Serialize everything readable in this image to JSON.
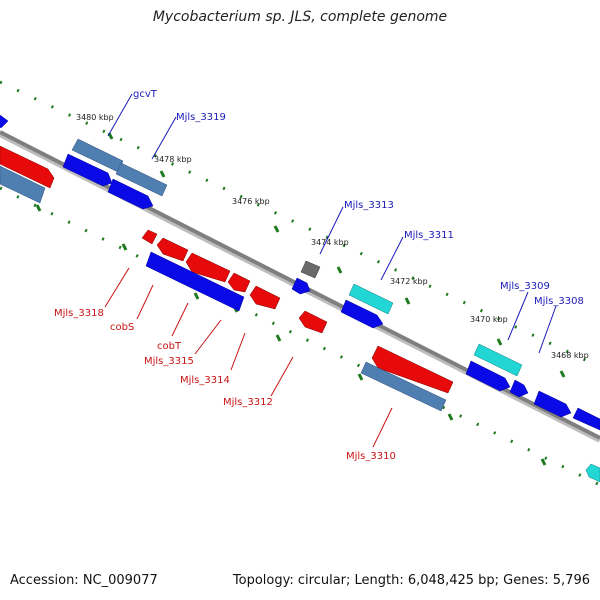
{
  "title": "Mycobacterium sp. JLS, complete genome",
  "footer": {
    "accession": "Accession: NC_009077",
    "summary": "Topology: circular; Length: 6,048,425 bp; Genes: 5,796"
  },
  "colors": {
    "background": "#ffffff",
    "backbone": "#7f7f7f",
    "tick": "#1f7a1f",
    "forward_gene": "#0a0ae6",
    "forward_gene_alt": "#4f7fb0",
    "reverse_gene": "#e60a0a",
    "cyan_gene": "#22d6d6",
    "gray_gene": "#6a6a6a",
    "label_forward": "#1a1ab8",
    "label_reverse": "#c81414"
  },
  "ruler": [
    {
      "label": "3480 kbp"
    },
    {
      "label": "3478 kbp"
    },
    {
      "label": "3476 kbp"
    },
    {
      "label": "3474 kbp"
    },
    {
      "label": "3472 kbp"
    },
    {
      "label": "3470 kbp"
    },
    {
      "label": "3468 kbp"
    }
  ],
  "gene_labels": [
    {
      "name": "gcvT",
      "strand": "forward"
    },
    {
      "name": "Mjls_3319",
      "strand": "forward"
    },
    {
      "name": "Mjls_3313",
      "strand": "forward"
    },
    {
      "name": "Mjls_3311",
      "strand": "forward"
    },
    {
      "name": "Mjls_3309",
      "strand": "forward"
    },
    {
      "name": "Mjls_3308",
      "strand": "forward"
    },
    {
      "name": "Mjls_3318",
      "strand": "reverse"
    },
    {
      "name": "cobS",
      "strand": "reverse"
    },
    {
      "name": "cobT",
      "strand": "reverse"
    },
    {
      "name": "Mjls_3315",
      "strand": "reverse"
    },
    {
      "name": "Mjls_3314",
      "strand": "reverse"
    },
    {
      "name": "Mjls_3312",
      "strand": "reverse"
    },
    {
      "name": "Mjls_3310",
      "strand": "reverse"
    }
  ]
}
